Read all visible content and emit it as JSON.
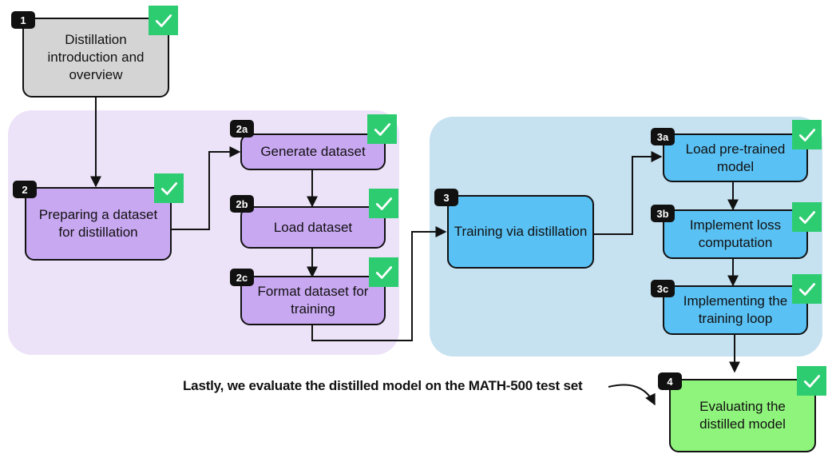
{
  "colors": {
    "gray_box": "#d4d4d4",
    "purple_box": "#c9a8f2",
    "purple_region": "#ede3f8",
    "blue_box": "#5ac1f4",
    "blue_region": "#c6e1f0",
    "green_box": "#8ff47c",
    "check_bg": "#2ecc71"
  },
  "icons": {
    "badge_check": "checkmark-icon"
  },
  "steps": {
    "s1": {
      "badge": "1",
      "label": "Distillation introduction and overview"
    },
    "s2": {
      "badge": "2",
      "label": "Preparing a dataset for distillation"
    },
    "s2a": {
      "badge": "2a",
      "label": "Generate dataset"
    },
    "s2b": {
      "badge": "2b",
      "label": "Load dataset"
    },
    "s2c": {
      "badge": "2c",
      "label": "Format dataset for training"
    },
    "s3": {
      "badge": "3",
      "label": "Training via distillation"
    },
    "s3a": {
      "badge": "3a",
      "label": "Load pre-trained model"
    },
    "s3b": {
      "badge": "3b",
      "label": "Implement loss computation"
    },
    "s3c": {
      "badge": "3c",
      "label": "Implementing the training loop"
    },
    "s4": {
      "badge": "4",
      "label": "Evaluating the distilled model"
    }
  },
  "annotation": "Lastly, we evaluate the distilled model on the MATH-500 test set"
}
